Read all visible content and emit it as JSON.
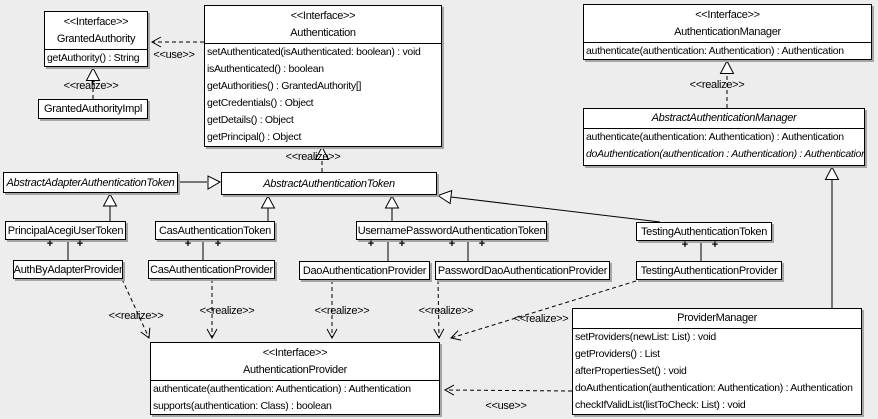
{
  "labels": {
    "use": "<<use>>",
    "realize": "<<realize>>",
    "plus": "+"
  },
  "classes": {
    "granted_authority": {
      "stereotype": "<<Interface>>",
      "name": "GrantedAuthority",
      "methods": [
        "getAuthority() : String"
      ]
    },
    "granted_authority_impl": {
      "name": "GrantedAuthorityImpl"
    },
    "authentication": {
      "stereotype": "<<Interface>>",
      "name": "Authentication",
      "methods": [
        "setAuthenticated(isAuthenticated: boolean) : void",
        "isAuthenticated() : boolean",
        "getAuthorities() : GrantedAuthority[]",
        "getCredentials() : Object",
        "getDetails() : Object",
        "getPrincipal() : Object"
      ]
    },
    "authentication_manager": {
      "stereotype": "<<Interface>>",
      "name": "AuthenticationManager",
      "methods": [
        "authenticate(authentication: Authentication) : Authentication"
      ]
    },
    "abstract_authentication_manager": {
      "name": "AbstractAuthenticationManager",
      "methods": [
        "authenticate(authentication: Authentication) : Authentication",
        "doAuthentication(authentication : Authentication) : Authentication"
      ]
    },
    "abstract_adapter_authentication_token": {
      "name": "AbstractAdapterAuthenticationToken"
    },
    "abstract_authentication_token": {
      "name": "AbstractAuthenticationToken"
    },
    "principal_acegi_user_token": {
      "name": "PrincipalAcegiUserToken"
    },
    "cas_authentication_token": {
      "name": "CasAuthenticationToken"
    },
    "username_password_authentication_token": {
      "name": "UsernamePasswordAuthenticationToken"
    },
    "testing_authentication_token": {
      "name": "TestingAuthenticationToken"
    },
    "auth_by_adapter_provider": {
      "name": "AuthByAdapterProvider"
    },
    "cas_authentication_provider": {
      "name": "CasAuthenticationProvider"
    },
    "dao_authentication_provider": {
      "name": "DaoAuthenticationProvider"
    },
    "password_dao_authentication_provider": {
      "name": "PasswordDaoAuthenticationProvider"
    },
    "testing_authentication_provider": {
      "name": "TestingAuthenticationProvider"
    },
    "authentication_provider": {
      "stereotype": "<<Interface>>",
      "name": "AuthenticationProvider",
      "methods": [
        "authenticate(authentication: Authentication) : Authentication",
        "supports(authentication: Class) : boolean"
      ]
    },
    "provider_manager": {
      "name": "ProviderManager",
      "methods": [
        "setProviders(newList: List) : void",
        "getProviders() : List",
        "afterPropertiesSet() : void",
        "doAuthentication(authentication: Authentication) : Authentication",
        "checkIfValidList(listToCheck: List) : void"
      ]
    }
  },
  "relationships": [
    {
      "from": "GrantedAuthorityImpl",
      "to": "GrantedAuthority",
      "type": "realize"
    },
    {
      "from": "Authentication",
      "to": "GrantedAuthority",
      "type": "use"
    },
    {
      "from": "AbstractAuthenticationToken",
      "to": "Authentication",
      "type": "realize"
    },
    {
      "from": "AbstractAuthenticationManager",
      "to": "AuthenticationManager",
      "type": "realize"
    },
    {
      "from": "AbstractAdapterAuthenticationToken",
      "to": "AbstractAuthenticationToken",
      "type": "generalization"
    },
    {
      "from": "PrincipalAcegiUserToken",
      "to": "AbstractAdapterAuthenticationToken",
      "type": "generalization"
    },
    {
      "from": "CasAuthenticationToken",
      "to": "AbstractAuthenticationToken",
      "type": "generalization"
    },
    {
      "from": "UsernamePasswordAuthenticationToken",
      "to": "AbstractAuthenticationToken",
      "type": "generalization"
    },
    {
      "from": "TestingAuthenticationToken",
      "to": "AbstractAuthenticationToken",
      "type": "generalization"
    },
    {
      "from": "PrincipalAcegiUserToken",
      "to": "AuthByAdapterProvider",
      "type": "association"
    },
    {
      "from": "CasAuthenticationToken",
      "to": "CasAuthenticationProvider",
      "type": "association"
    },
    {
      "from": "UsernamePasswordAuthenticationToken",
      "to": "DaoAuthenticationProvider",
      "type": "association"
    },
    {
      "from": "UsernamePasswordAuthenticationToken",
      "to": "PasswordDaoAuthenticationProvider",
      "type": "association"
    },
    {
      "from": "TestingAuthenticationToken",
      "to": "TestingAuthenticationProvider",
      "type": "association"
    },
    {
      "from": "AuthByAdapterProvider",
      "to": "AuthenticationProvider",
      "type": "realize"
    },
    {
      "from": "CasAuthenticationProvider",
      "to": "AuthenticationProvider",
      "type": "realize"
    },
    {
      "from": "DaoAuthenticationProvider",
      "to": "AuthenticationProvider",
      "type": "realize"
    },
    {
      "from": "PasswordDaoAuthenticationProvider",
      "to": "AuthenticationProvider",
      "type": "realize"
    },
    {
      "from": "TestingAuthenticationProvider",
      "to": "AuthenticationProvider",
      "type": "realize"
    },
    {
      "from": "ProviderManager",
      "to": "AbstractAuthenticationManager",
      "type": "generalization"
    },
    {
      "from": "ProviderManager",
      "to": "AuthenticationProvider",
      "type": "use"
    }
  ]
}
